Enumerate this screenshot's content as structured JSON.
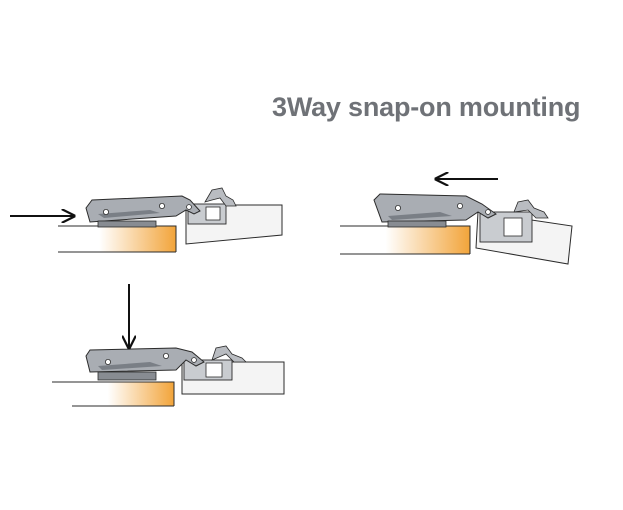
{
  "title": "3Way snap-on mounting",
  "colors": {
    "title": "#6f7277",
    "arrow": "#111111",
    "outline": "#2b2b2b",
    "hinge_fill": "#a9adb3",
    "hinge_dark": "#7a7f86",
    "door_gradient_start": "#ffffff",
    "door_gradient_end": "#f2a43a",
    "panel_fill": "#f4f4f4"
  },
  "steps": [
    {
      "id": "step-1",
      "arrow_direction": "right"
    },
    {
      "id": "step-2",
      "arrow_direction": "left"
    },
    {
      "id": "step-3",
      "arrow_direction": "down"
    }
  ]
}
